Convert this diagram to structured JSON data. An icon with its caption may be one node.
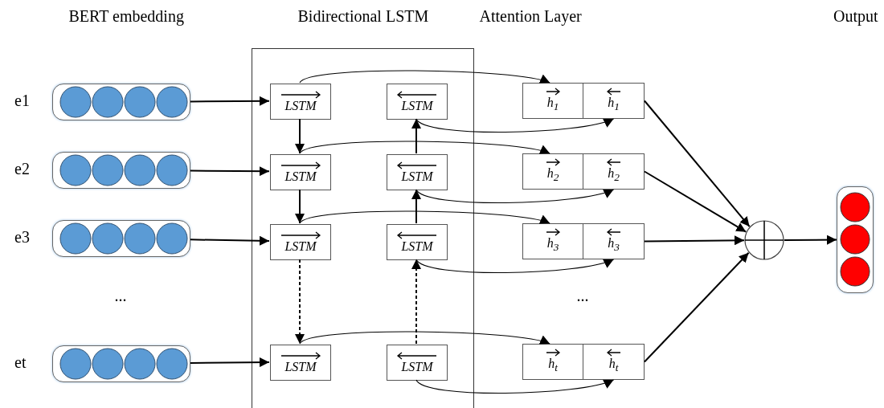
{
  "diagram": {
    "nodes": [
      {
        "text": [],
        "shape": "box"
      },
      {
        "text": [],
        "shape": "box",
        "beside": [
          "e1"
        ]
      },
      {
        "text": [],
        "shape": "box",
        "beside": [
          "e2"
        ]
      },
      {
        "text": [],
        "shape": "box",
        "beside": [
          "e3"
        ]
      },
      {
        "text": [],
        "shape": "box",
        "beside": [
          "et"
        ]
      },
      {
        "text": [
          "LSTM"
        ],
        "in": 0
      },
      {
        "text": [
          "LSTM"
        ],
        "in": 0
      },
      {
        "text": [
          "LSTM"
        ],
        "in": 0
      },
      {
        "text": [
          "LSTM"
        ],
        "in": 0
      },
      {
        "text": [
          "LSTM"
        ],
        "in": 0
      },
      {
        "text": [
          "LSTM"
        ],
        "in": 0
      },
      {
        "text": [
          "LSTM"
        ],
        "in": 0
      },
      {
        "text": [
          "LSTM"
        ],
        "in": 0
      },
      {
        "text": [
          "h$_{1}$"
        ]
      },
      {
        "text": [
          "h$_{2}$"
        ]
      },
      {
        "text": [
          "h$_{3}$"
        ]
      },
      {
        "text": [
          "h$_{t}$"
        ]
      },
      {
        "text": [
          "h$_{1}$"
        ]
      },
      {
        "text": [
          "h$_{2}$"
        ]
      },
      {
        "text": [
          "h$_{3}$"
        ]
      },
      {
        "text": [
          "h$_{t}$"
        ]
      },
      {
        "text": [],
        "shape": "circle"
      },
      {
        "text": [],
        "shape": "box"
      }
    ],
    "edges": [
      {
        "from": 1,
        "to": 5,
        "arrow": "to"
      },
      {
        "from": 2,
        "to": 6,
        "arrow": "to"
      },
      {
        "from": 3,
        "to": 7,
        "arrow": "to"
      },
      {
        "from": 4,
        "to": 8,
        "arrow": "to"
      },
      {
        "from": 5,
        "to": 6,
        "arrow": "to"
      },
      {
        "from": 6,
        "to": 7,
        "arrow": "to"
      },
      {
        "from": 7,
        "to": 8,
        "arrow": "to",
        "style": "dashed"
      },
      {
        "from": 10,
        "to": 9,
        "arrow": "to"
      },
      {
        "from": 11,
        "to": 10,
        "arrow": "to"
      },
      {
        "from": 12,
        "to": 11,
        "arrow": "to",
        "style": "dashed"
      },
      {
        "from": 5,
        "to": 13,
        "arrow": "to"
      },
      {
        "from": 6,
        "to": 14,
        "arrow": "to"
      },
      {
        "from": 7,
        "to": 15,
        "arrow": "to"
      },
      {
        "from": 8,
        "to": 16,
        "arrow": "to"
      },
      {
        "from": 9,
        "to": 17,
        "arrow": "to"
      },
      {
        "from": 10,
        "to": 18,
        "arrow": "to"
      },
      {
        "from": 11,
        "to": 19,
        "arrow": "to"
      },
      {
        "from": 12,
        "to": 20,
        "arrow": "to"
      },
      {
        "from": 17,
        "to": 21,
        "arrow": "to"
      },
      {
        "from": 18,
        "to": 21,
        "arrow": "to"
      },
      {
        "from": 19,
        "to": 21,
        "arrow": "to"
      },
      {
        "from": 20,
        "to": 21,
        "arrow": "to"
      },
      {
        "from": 21,
        "to": 22,
        "arrow": "to"
      }
    ],
    "labels": [
      "BERT embedding",
      "Bidirectional LSTM",
      "Attention Layer",
      "Output",
      "...",
      "..."
    ]
  }
}
